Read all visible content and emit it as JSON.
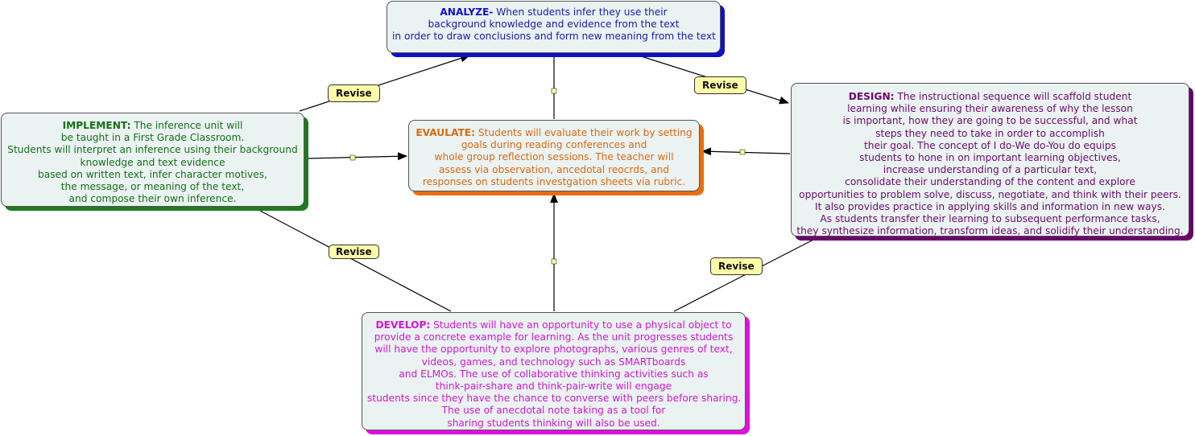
{
  "nodes": {
    "analyze": {
      "heading": "ANALYZE-",
      "lines": [
        "When students infer they use their",
        "background knowledge and evidence from the text",
        "in order to draw conclusions and form new meaning from the text"
      ],
      "color": "#1a1ab4"
    },
    "design": {
      "heading": "DESIGN:",
      "lines": [
        "The instructional sequence will scaffold student",
        "learning while ensuring their awareness of why the lesson",
        "is important, how they are going to be successful, and what",
        "steps they need to take in order to accomplish",
        "their goal. The concept of I do-We do-You do equips",
        "students to hone in on important learning objectives,",
        "increase understanding of a particular text,",
        "consolidate their understanding of the content and explore",
        "opportunities to problem solve, discuss, negotiate, and think with their peers.",
        "It also provides practice in applying skills and information in new ways.",
        "As students transfer their learning to subsequent performance tasks,",
        "they synthesize information, transform ideas, and solidify their understanding."
      ],
      "color": "#6e0b6e"
    },
    "implement": {
      "heading": "IMPLEMENT:",
      "lines": [
        "The inference unit will",
        "be taught in a First Grade Classroom.",
        "Students will interpret an inference using their background",
        "knowledge and text evidence",
        "based on written text, infer character motives,",
        "the message, or meaning of the text,",
        "and compose their own inference."
      ],
      "color": "#157015"
    },
    "evaluate": {
      "heading": "EVAULATE:",
      "lines": [
        "Students will evaluate their work by setting",
        "goals during reading conferences and",
        "whole group reflection sessions.  The teacher will",
        "assess via observation, ancedotal reocrds, and",
        "responses on students investgation sheets via rubric."
      ],
      "color": "#dd6a10"
    },
    "develop": {
      "heading": "DEVELOP:",
      "lines": [
        "Students will have an opportunity to use a physical object to",
        "provide a concrete example for learning. As the unit progresses students",
        "will have the opportunity to explore photographs, various genres of text,",
        "videos, games, and technology such as SMARTboards",
        "and ELMOs. The use of collaborative thinking activities such as",
        "think-pair-share and think-pair-write will engage",
        "students since they have the chance to converse with peers before sharing.",
        "The use of anecdotal note taking as a tool for",
        "sharing students thinking will also be used."
      ],
      "color": "#d418d4"
    }
  },
  "link_labels": {
    "implement_to_analyze": "Revise",
    "analyze_to_design": "Revise",
    "implement_develop": "Revise",
    "design_develop": "Revise"
  },
  "links": [
    {
      "from": "implement",
      "to": "analyze",
      "label": "Revise",
      "arrow": true
    },
    {
      "from": "analyze",
      "to": "design",
      "label": "Revise",
      "arrow": true
    },
    {
      "from": "implement",
      "to": "develop",
      "label": "Revise",
      "arrow": false
    },
    {
      "from": "design",
      "to": "develop",
      "label": "Revise",
      "arrow": false
    },
    {
      "from": "analyze",
      "to": "evaluate",
      "label": "",
      "arrow": false
    },
    {
      "from": "implement",
      "to": "evaluate",
      "label": "",
      "arrow": true
    },
    {
      "from": "design",
      "to": "evaluate",
      "label": "",
      "arrow": true
    },
    {
      "from": "develop",
      "to": "evaluate",
      "label": "",
      "arrow": true
    }
  ]
}
